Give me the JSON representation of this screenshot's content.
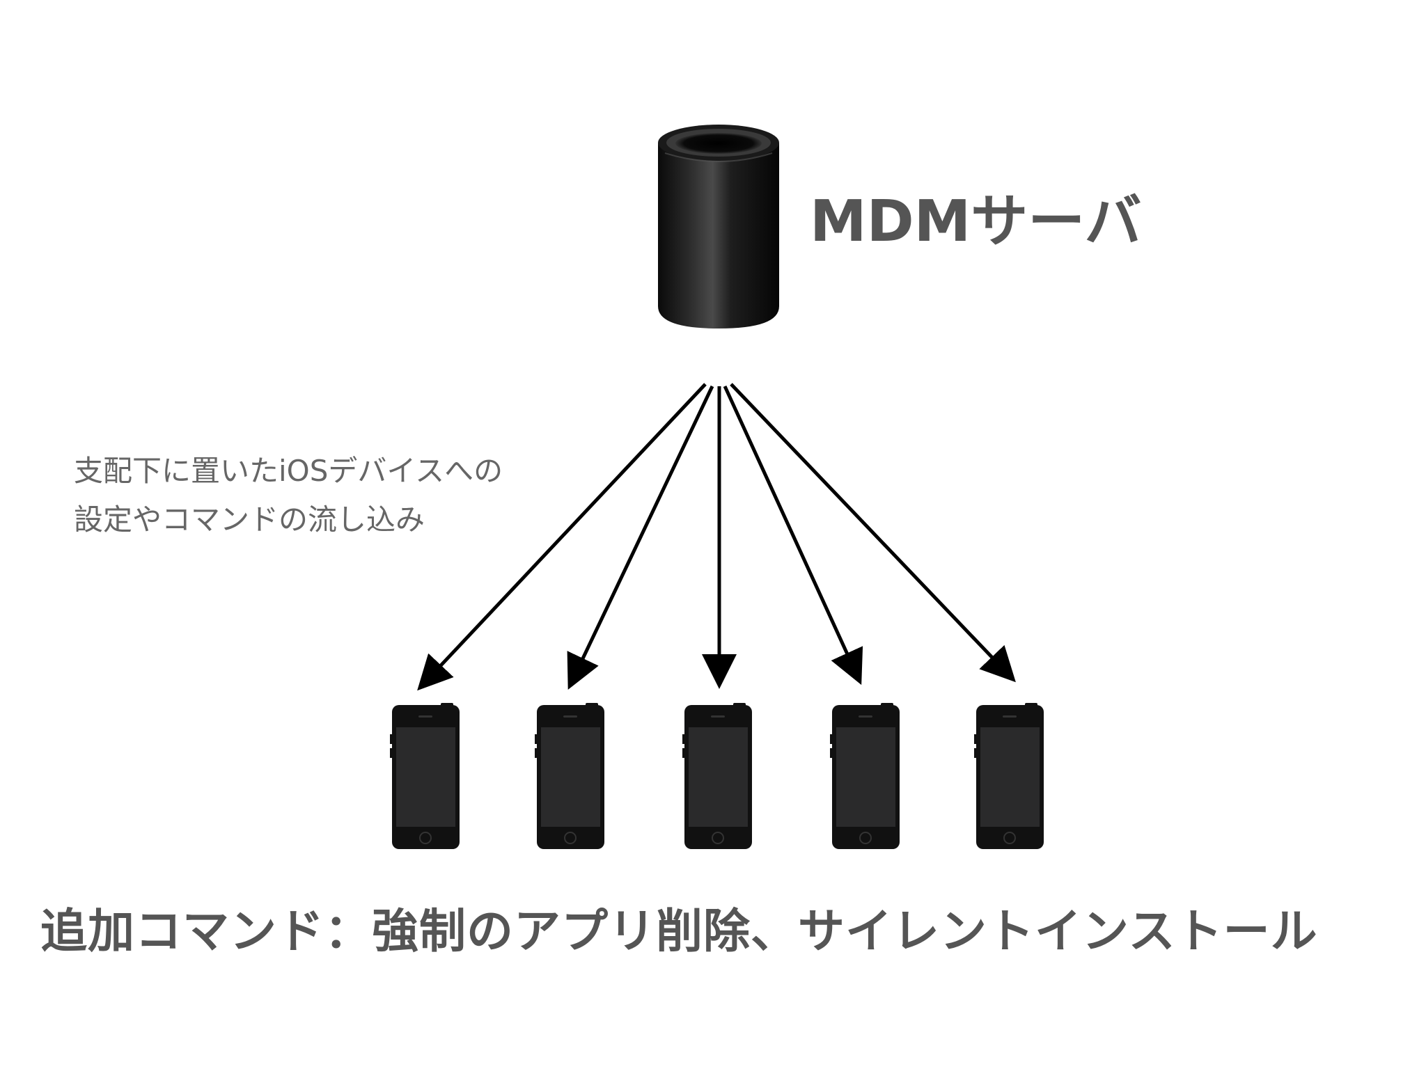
{
  "server": {
    "label": "MDMサーバ",
    "icon": "mac-pro-server-icon"
  },
  "description": {
    "line1": "支配下に置いたiOSデバイスへの",
    "line2": "設定やコマンドの流し込み"
  },
  "devices": {
    "count": 5,
    "icon": "iphone-icon"
  },
  "caption": "追加コマンド：強制のアプリ削除、サイレントインストール",
  "colors": {
    "text_primary": "#555555",
    "text_secondary": "#666666",
    "arrow": "#000000",
    "device_body": "#111111",
    "device_screen": "#2a2a2b"
  }
}
